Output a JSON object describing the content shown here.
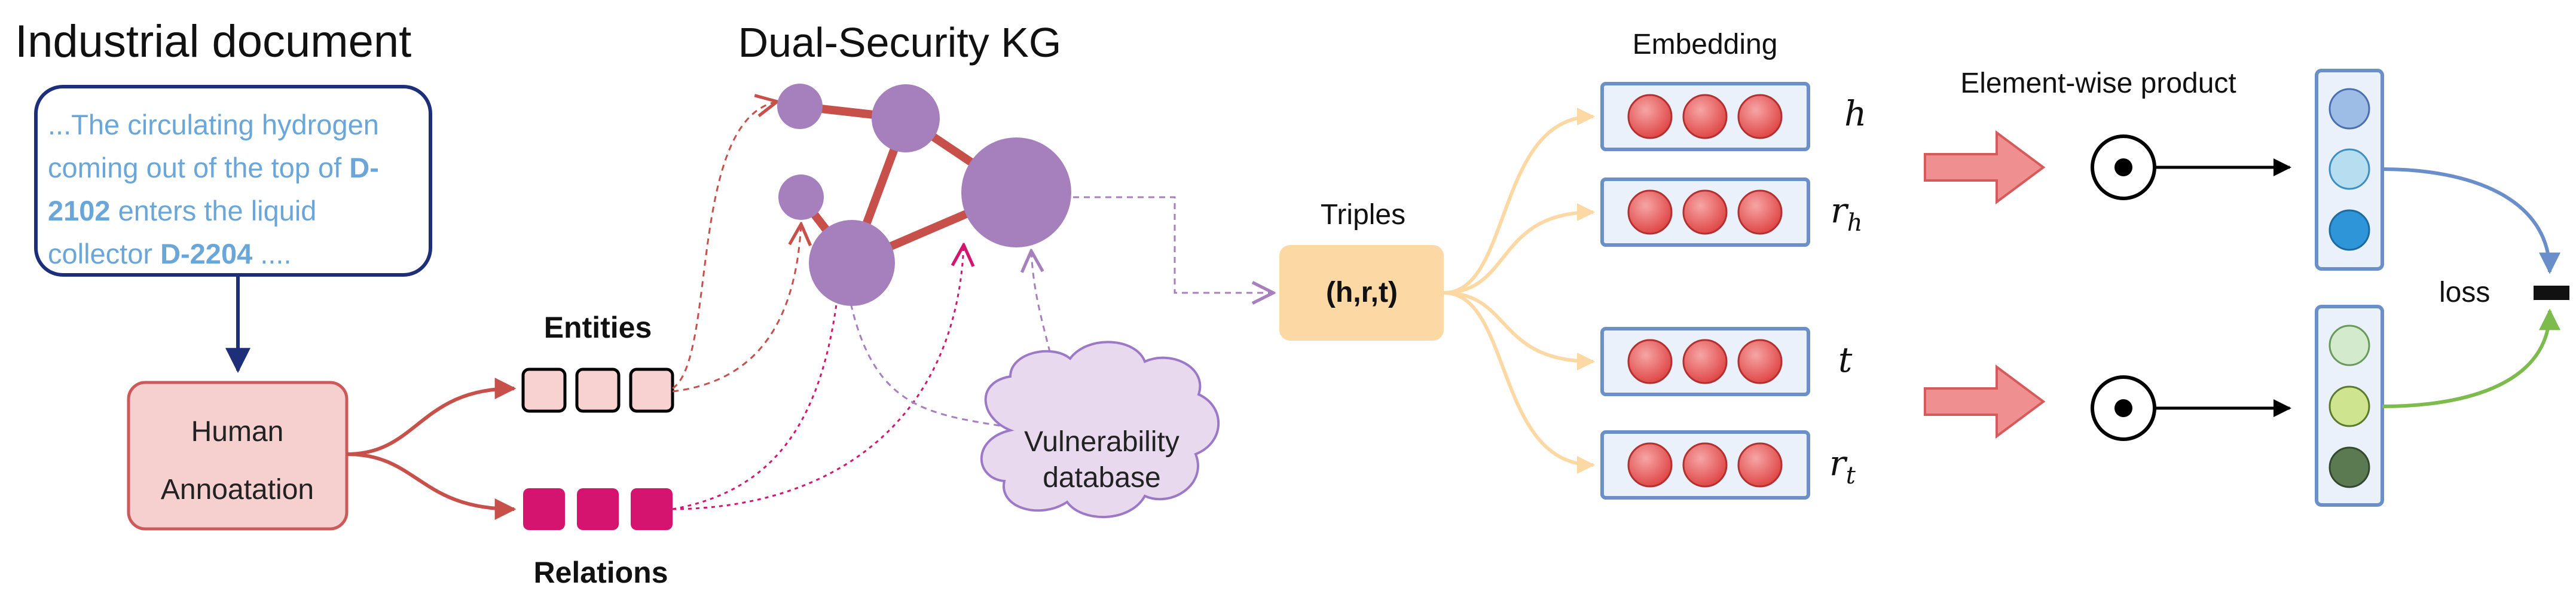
{
  "titles": {
    "industrial_document": "Industrial document",
    "kg": "Dual-Security KG",
    "embedding": "Embedding",
    "element_wise": "Element-wise product",
    "triples": "Triples",
    "entities": "Entities",
    "relations": "Relations",
    "loss": "loss"
  },
  "document_box": {
    "line1": "...The circulating hydrogen",
    "line2": "coming out of the top of ",
    "line2_bold": "D-",
    "line3_bold": "2102",
    "line3": " enters the liquid",
    "line4": "collector ",
    "line4_bold": "D-2204",
    "line4_end": " ...."
  },
  "human_box": {
    "line1": "Human",
    "line2": "Annoatation"
  },
  "triple_box": {
    "label": "(h,r,t)"
  },
  "cloud": {
    "line1": "Vulnerability",
    "line2": "database"
  },
  "embedding_labels": {
    "h": "h",
    "r": "r",
    "r_sub": "h",
    "t": "t",
    "rt": "r",
    "rt_sub": "t"
  },
  "colors": {
    "doc_border": "#1e2f7a",
    "doc_text": "#6aa7d8",
    "human_fill": "#f6cfcf",
    "human_border": "#cc5a5a",
    "edge_red": "#c8504a",
    "entity_fill": "#f8d2d0",
    "relation_fill": "#d4146e",
    "node_purple": "#a67fbd",
    "edge_kg": "#c8504a",
    "triple_fill": "#fcd8a4",
    "embed_border": "#6b8fc7",
    "embed_fill": "#eaf1fb",
    "ball_red": "#e45a5a",
    "arrow_fill": "#f08f8f",
    "blue_arrow": "#6a8ec9",
    "green_arrow": "#7dbb4d",
    "cloud_fill": "#e8d9ef",
    "cloud_border": "#9c79c7"
  }
}
